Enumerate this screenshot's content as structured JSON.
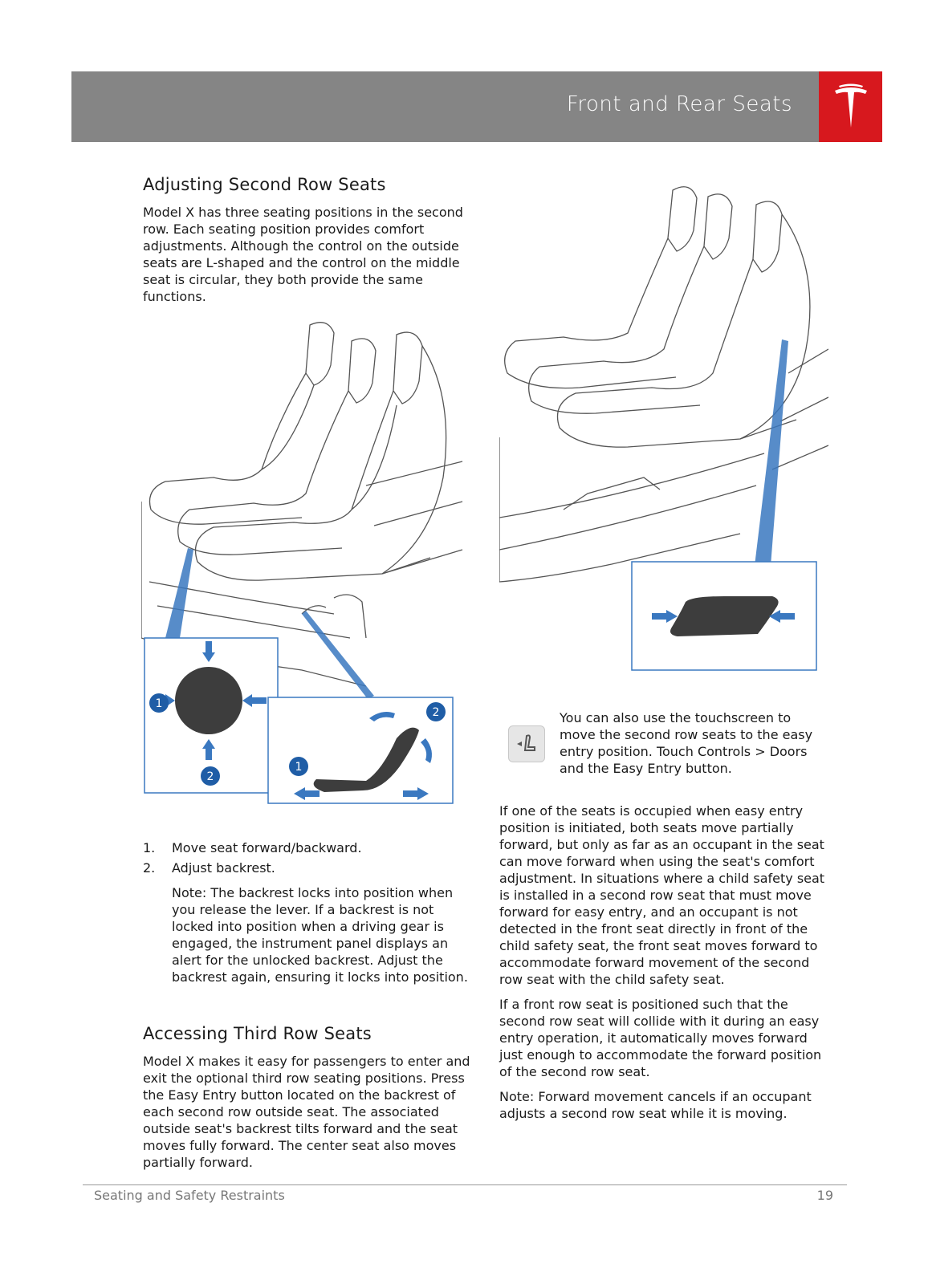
{
  "header": {
    "title": "Front and Rear Seats",
    "brand_color": "#d7181e",
    "bar_color": "#858585"
  },
  "left": {
    "heading": "Adjusting Second Row Seats",
    "intro": "Model X has three seating positions in the second row. Each seating position provides comfort adjustments. Although the control on the outside seats are L-shaped and the control on the middle seat is circular, they both provide the same functions.",
    "list": [
      {
        "num": "1.",
        "text": "Move seat forward/backward."
      },
      {
        "num": "2.",
        "text": "Adjust backrest."
      }
    ],
    "note": "Note: The backrest locks into position when you release the lever. If a backrest is not locked into position when a driving gear is engaged, the instrument panel displays an alert for the unlocked backrest. Adjust the backrest again, ensuring it locks into position.",
    "third_row_heading": "Accessing Third Row Seats",
    "third_row_text": "Model X makes it easy for passengers to enter and exit the optional third row seating positions. Press the Easy Entry button located on the backrest of each second row outside seat. The associated outside seat's backrest tilts forward and the seat moves fully forward. The center seat also moves partially forward."
  },
  "right": {
    "touch_text": "You can also use the touchscreen to move the second row seats to the easy entry position. Touch Controls > Doors and the Easy Entry button.",
    "para1": "If one of the seats is occupied when easy entry position is initiated, both seats move partially forward, but only as far as an occupant in the seat can move forward when using the seat's comfort adjustment. In situations where a child safety seat is installed in a second row seat that must move forward for easy entry, and an occupant is not detected in the front seat directly in front of the child safety seat, the front seat moves forward to accommodate forward movement of the second row seat with the child safety seat.",
    "para2": "If a front row seat is positioned such that the second row seat will collide with it during an easy entry operation, it automatically moves forward just enough to accommodate the forward position of the second row seat.",
    "note": "Note: Forward movement cancels if an occupant adjusts a second row seat while it is moving."
  },
  "callouts": {
    "one": "1",
    "two": "2",
    "accent_color": "#2b6fb5"
  },
  "footer": {
    "section": "Seating and Safety Restraints",
    "page": "19"
  }
}
